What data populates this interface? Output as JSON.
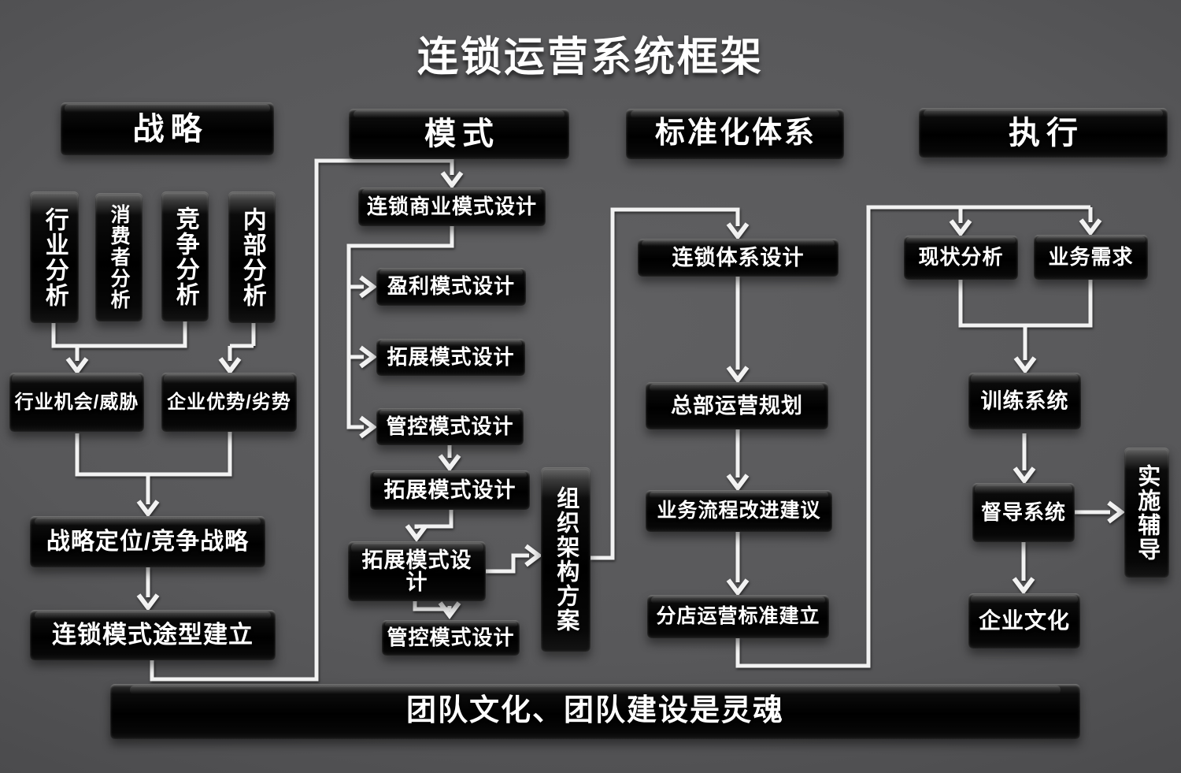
{
  "title": "连锁运营系统框架",
  "banner": "团队文化、团队建设是灵魂",
  "colors": {
    "background": "#58585a",
    "node_black": "#050505",
    "text": "#ffffff",
    "connector": "#f2f2f2"
  },
  "columns": [
    {
      "header": "战略",
      "nodes": {
        "industry_analysis": "行业分析",
        "consumer_analysis": "消费者分析",
        "competition_analysis": "竞争分析",
        "internal_analysis": "内部分析",
        "opportunity_threat": "行业机会/威胁",
        "strength_weakness": "企业优势/劣势",
        "positioning_strategy": "战略定位/竞争战略",
        "chain_model_build": "连锁模式途型建立"
      }
    },
    {
      "header": "模式",
      "nodes": {
        "business_model_design": "连锁商业模式设计",
        "profit_model_design": "盈利模式设计",
        "expansion_model_design_1": "拓展模式设计",
        "control_model_design_1": "管控模式设计",
        "expansion_model_design_2": "拓展模式设计",
        "expansion_model_design_3": "拓展模式设计",
        "control_model_design_2": "管控模式设计",
        "org_structure_plan": "组织架构方案"
      }
    },
    {
      "header": "标准化体系",
      "nodes": {
        "chain_system_design": "连锁体系设计",
        "hq_operation_planning": "总部运营规划",
        "process_improvement": "业务流程改进建议",
        "store_standard_build": "分店运营标准建立"
      }
    },
    {
      "header": "执行",
      "nodes": {
        "current_state_analysis": "现状分析",
        "business_requirements": "业务需求",
        "training_system": "训练系统",
        "supervision_system": "督导系统",
        "implementation_coaching": "实施辅导",
        "corporate_culture": "企业文化"
      }
    }
  ]
}
